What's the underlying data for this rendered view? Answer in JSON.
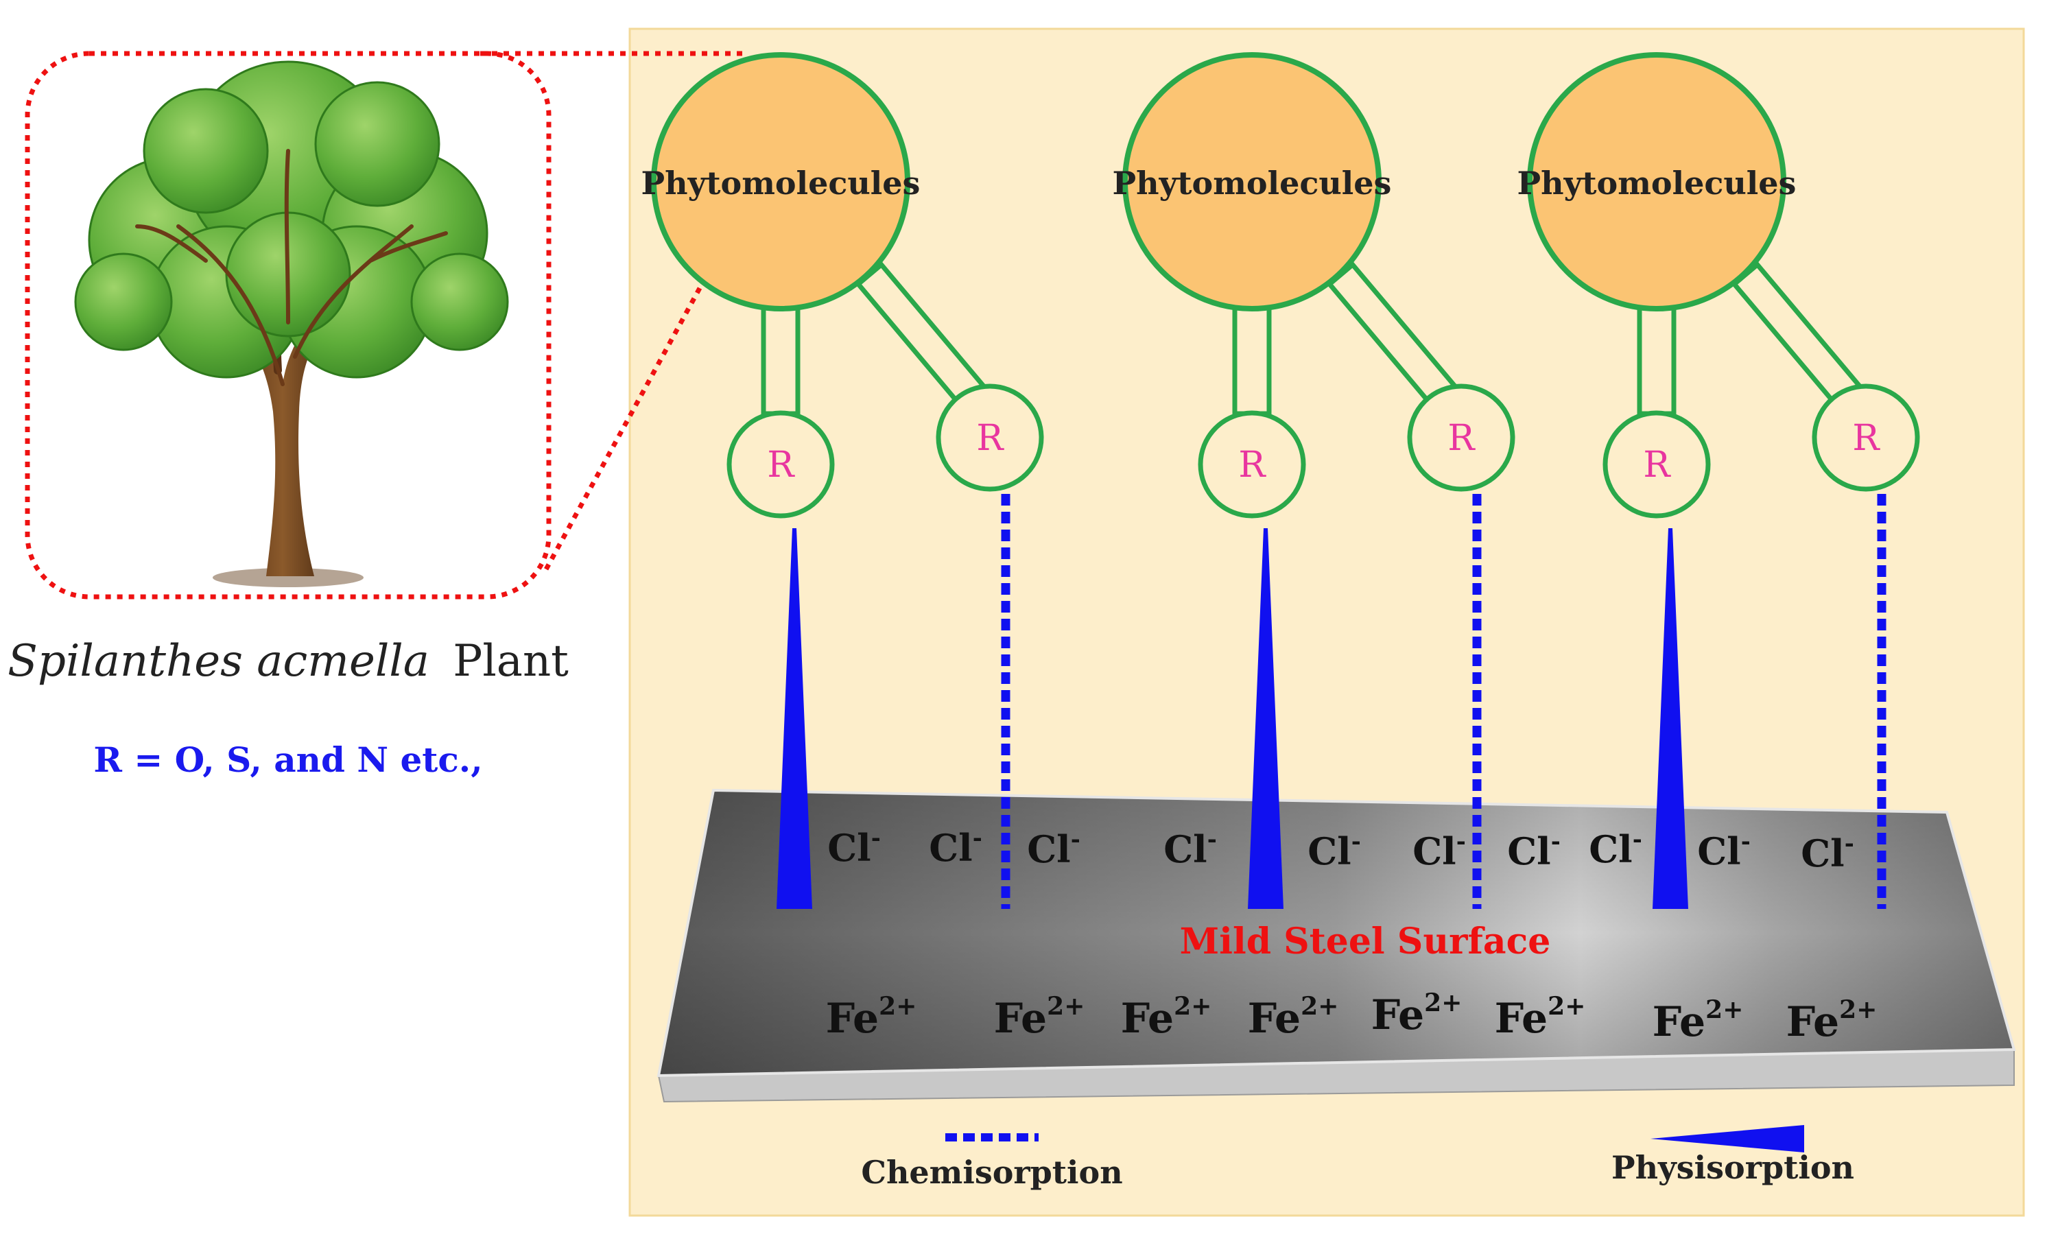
{
  "plant": {
    "caption_italic": "Spilanthes acmella",
    "caption_plain": "Plant",
    "note": "R = O, S, and N etc.,"
  },
  "molecules": [
    {
      "label": "Phytomolecules",
      "r_left": "R",
      "r_right": "R"
    },
    {
      "label": "Phytomolecules",
      "r_left": "R",
      "r_right": "R"
    },
    {
      "label": "Phytomolecules",
      "r_left": "R",
      "r_right": "R"
    }
  ],
  "surface": {
    "label": "Mild Steel Surface",
    "chloride_ions": [
      "Cl",
      "Cl",
      "Cl",
      "Cl",
      "Cl",
      "Cl",
      "Cl",
      "Cl",
      "Cl",
      "Cl"
    ],
    "chloride_charge": "-",
    "iron_ions": [
      "Fe",
      "Fe",
      "Fe",
      "Fe",
      "Fe",
      "Fe",
      "Fe",
      "Fe"
    ],
    "iron_charge": "2+"
  },
  "legend": {
    "chemisorption": "Chemisorption",
    "physisorption": "Physisorption"
  },
  "colors": {
    "panel_bg": "#fdeecb",
    "panel_border": "#f3d99a",
    "molecule_fill": "#fbc473",
    "molecule_stroke": "#2aa84a",
    "r_text": "#e8359f",
    "bond_blue": "#1010f0",
    "highlight_red": "#ee1111",
    "note_blue": "#1a1aee"
  }
}
